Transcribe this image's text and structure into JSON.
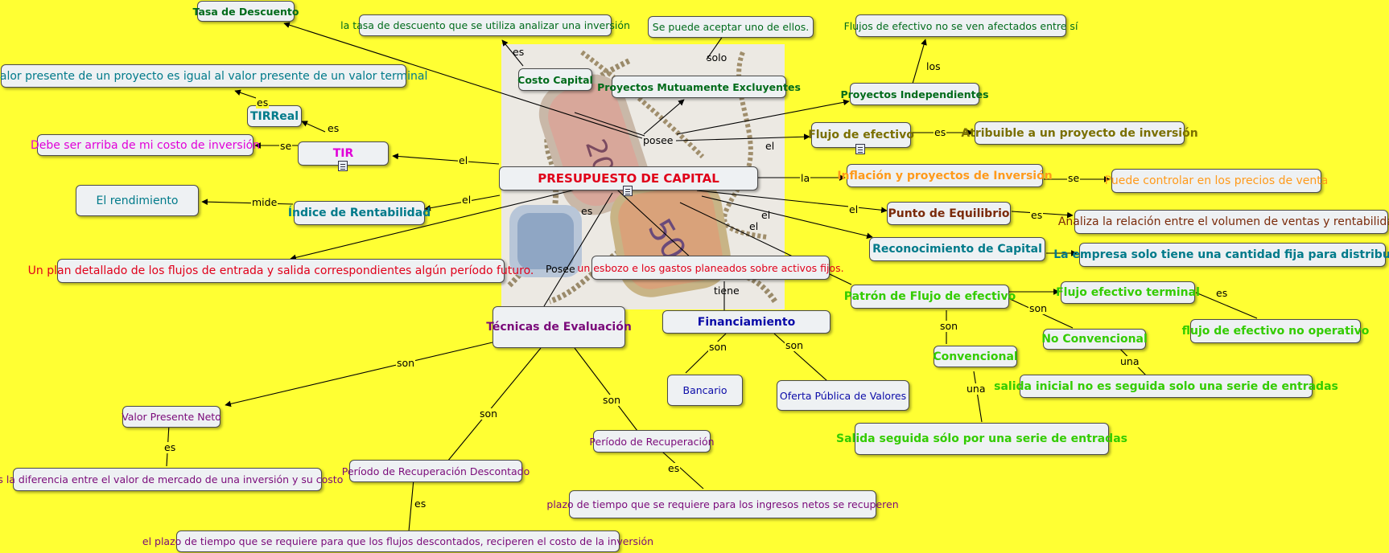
{
  "colors": {
    "background": "#ffff33",
    "node_fill": "#eef1f3",
    "red": "#e0001a",
    "green_dark": "#006b1b",
    "teal": "#007a8a",
    "magenta": "#e000d8",
    "olive": "#7a6f00",
    "orange": "#ff9a1a",
    "brown": "#7a2a0a",
    "navy": "#0b0ba8",
    "lime": "#33cc00",
    "purple": "#7a0a7a"
  },
  "image": {
    "description_icon": "money-roll-with-rope-image"
  },
  "nodes": {
    "presupuesto": "PRESUPUESTO DE CAPITAL",
    "tasa_descuento": "Tasa de Descuento",
    "tasa_def": "la tasa de descuento que se utiliza analizar una inversión",
    "aceptar": "Se puede aceptar uno de ellos.",
    "flujos_no_afectados": "Flujos de efectivo no se ven afectados entre sí",
    "vp_terminal": "el valor presente de un proyecto es igual al valor presente de un valor terminal",
    "costo_capital": "Costo Capital",
    "mutuamente": "Proyectos Mutuamente Excluyentes",
    "independientes": "Proyectos Independientes",
    "tirreal": "TIRReal",
    "debe_ser": "Debe ser arriba de mi costo de inversión",
    "tir": "TIR",
    "flujo_efectivo": "Flujo de efectivo",
    "atribuible": "Atribuible a un proyecto de inversión",
    "inflacion": "Inflación y proyectos de Inversión",
    "controlar": "Puede controlar en los precios de venta",
    "rendimiento": "El rendimiento",
    "indice": "Índice de Rentabilidad",
    "punto_equilibrio": "Punto de Equilibrio",
    "analiza": "Analiza la relación entre el volumen de ventas y rentabilidad.",
    "reconocimiento": "Reconocimiento de Capital",
    "empresa": "La empresa solo tiene una cantidad fija para distribuirla",
    "plan": "Un plan detallado de los flujos de entrada y salida correspondientes algún período futuro.",
    "esbozo": "un esbozo e los gastos planeados sobre activos fijos.",
    "patron": "Patrón de Flujo de efectivo",
    "flujo_terminal": "Flujo efectivo terminal",
    "no_operativo": "flujo de efectivo no operativo",
    "tecnicas": "Técnicas de Evaluación",
    "financiamiento": "Financiamiento",
    "no_convencional": "No Convencional",
    "convencional": "Convencional",
    "salida_inicial": "salida inicial no es seguida solo una serie de entradas",
    "bancario": "Bancario",
    "oferta": "Oferta Pública de Valores",
    "salida_seguida": "Salida seguida sólo por una serie de entradas",
    "vpn": "Valor Presente Neto",
    "vpn_def": "es la diferencia entre el valor de mercado de una inversión y su costo",
    "periodo_rec": "Período de Recuperación",
    "periodo_desc": "Período de Recuperación Descontado",
    "plazo_rec": "plazo de tiempo que se requiere para los ingresos netos se recuperen",
    "plazo_desc": "el plazo de tiempo que se requiere para que los flujos descontados, reciperen el costo de la inversión"
  },
  "links": {
    "es_costo": "es",
    "solo": "solo",
    "los": "los",
    "es_tirreal": "es",
    "es_tir": "es",
    "se_tir": "se",
    "posee": "posee",
    "el_flujo": "el",
    "es_flujo": "es",
    "el_tir": "el",
    "la_inflacion": "la",
    "se_inflacion": "se",
    "mide": "mide",
    "el_indice": "el",
    "es_plan": "es",
    "el_punto": "el",
    "es_punto": "es",
    "el_recon": "el",
    "el_patron": "el",
    "posee_tecnicas": "Posee",
    "tiene": "tiene",
    "es_terminal": "es",
    "son_patron": "son",
    "son_convencional": "son",
    "son_fin_left": "son",
    "son_fin_right": "son",
    "una_noconv": "una",
    "una_conv": "una",
    "son_vpn": "son",
    "son_rec": "son",
    "son_desc": "son",
    "es_vpn": "es",
    "es_rec": "es",
    "es_desc": "es"
  }
}
